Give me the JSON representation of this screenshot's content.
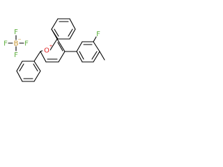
{
  "structure": {
    "anion": {
      "center": "B",
      "center_charge": "−",
      "substituents": [
        "F",
        "F",
        "F",
        "F"
      ]
    },
    "cation": {
      "heteroatom": "O",
      "heteroatom_charge": "+",
      "substituent_f": "F"
    }
  },
  "colors": {
    "bond": "#000000",
    "boron": "#c8962f",
    "fluorine": "#60b040",
    "oxygen": "#e02020",
    "carbon": "#000000"
  }
}
